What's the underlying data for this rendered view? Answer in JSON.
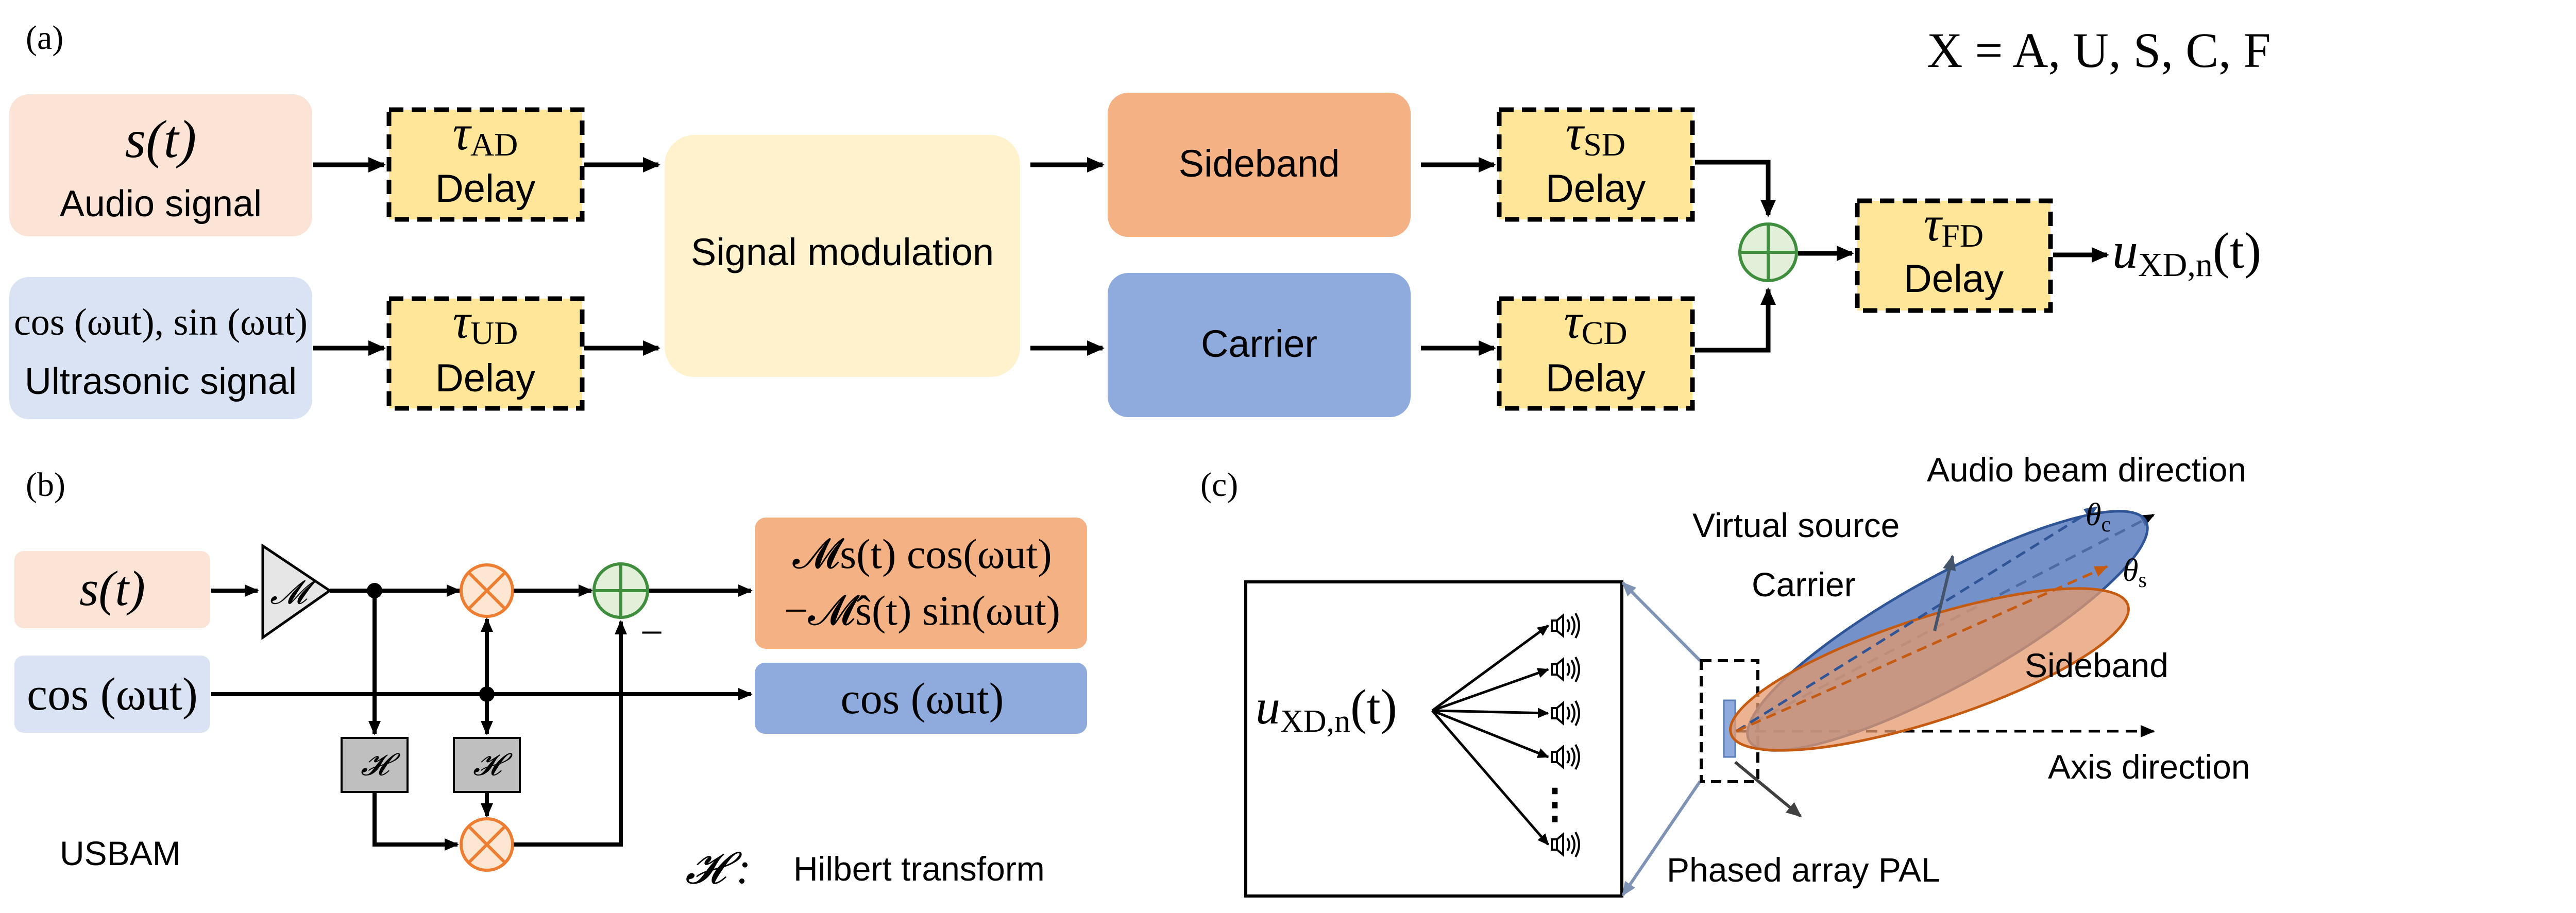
{
  "colors": {
    "audio_fill": "#FBE3D6",
    "ultra_fill": "#DAE3F3",
    "delay_fill": "#FFE699",
    "modulation_fill": "#FFF2CC",
    "sideband_fill": "#F4B183",
    "carrier_fill": "#8FAADC",
    "adder_fill": "#E2F0D9",
    "adder_stroke": "#3E8E3E",
    "mult_fill": "#FDE7D3",
    "mult_stroke": "#ED7D31",
    "hilbert_fill": "#BFBFBF",
    "line": "#000000"
  },
  "panel_a": {
    "label": "(a)",
    "set_def": "X = A, U, S, C, F",
    "audio": {
      "expr": "s(t)",
      "label": "Audio signal"
    },
    "ultra": {
      "expr": "cos (ωut), sin (ωut)",
      "label": "Ultrasonic signal"
    },
    "delay_label": "Delay",
    "delays": {
      "ad": {
        "tau": "τ",
        "sub": "AD"
      },
      "ud": {
        "tau": "τ",
        "sub": "UD"
      },
      "sd": {
        "tau": "τ",
        "sub": "SD"
      },
      "cd": {
        "tau": "τ",
        "sub": "CD"
      },
      "fd": {
        "tau": "τ",
        "sub": "FD"
      }
    },
    "modulation": "Signal modulation",
    "sideband": "Sideband",
    "carrier": "Carrier",
    "output": {
      "u": "u",
      "sub": "XD,n",
      "arg": "(t)"
    }
  },
  "panel_b": {
    "label": "(b)",
    "in_s": "s(t)",
    "in_cos": "cos (ωut)",
    "gain": "𝓜",
    "hilbert": "𝓗",
    "minus": "−",
    "out_sb_line1": "𝓜s(t) cos(ωut)",
    "out_sb_line2": "−𝓜ŝ(t) sin(ωut)",
    "out_cos": "cos (ωut)",
    "name": "USBAM",
    "legend_symbol": "𝓗 :",
    "legend_text": "Hilbert transform"
  },
  "panel_c": {
    "label": "(c)",
    "u": "u",
    "u_sub": "XD,n",
    "u_arg": "(t)",
    "beam_dir": "Audio beam direction",
    "virtual_source": "Virtual source",
    "carrier": "Carrier",
    "sideband": "Sideband",
    "axis_dir": "Axis direction",
    "theta_c": "θ",
    "theta_c_sub": "c",
    "theta_s": "θ",
    "theta_s_sub": "s",
    "array": "Phased array PAL",
    "dots": "⋮"
  }
}
